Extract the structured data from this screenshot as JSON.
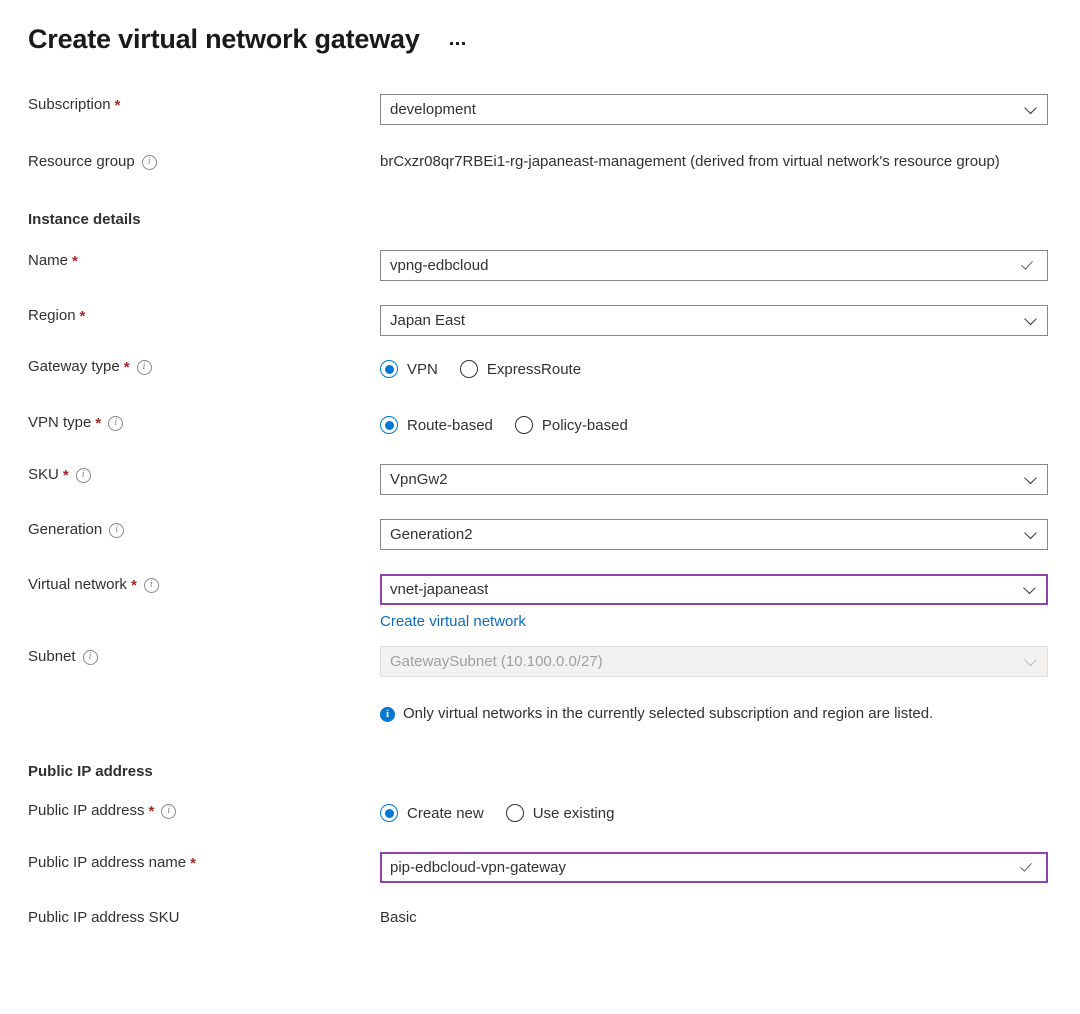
{
  "header": {
    "title": "Create virtual network gateway",
    "more_menu": "…"
  },
  "form": {
    "subscription": {
      "label": "Subscription",
      "required": "*",
      "value": "development"
    },
    "resource_group": {
      "label": "Resource group",
      "value": "brCxzr08qr7RBEi1-rg-japaneast-management (derived from virtual network's resource group)"
    },
    "instance_details_heading": "Instance details",
    "name": {
      "label": "Name",
      "required": "*",
      "value": "vpng-edbcloud"
    },
    "region": {
      "label": "Region",
      "required": "*",
      "value": "Japan East"
    },
    "gateway_type": {
      "label": "Gateway type",
      "required": "*",
      "options": [
        "VPN",
        "ExpressRoute"
      ],
      "selected": "VPN"
    },
    "vpn_type": {
      "label": "VPN type",
      "required": "*",
      "options": [
        "Route-based",
        "Policy-based"
      ],
      "selected": "Route-based"
    },
    "sku": {
      "label": "SKU",
      "required": "*",
      "value": "VpnGw2"
    },
    "generation": {
      "label": "Generation",
      "value": "Generation2"
    },
    "virtual_network": {
      "label": "Virtual network",
      "required": "*",
      "value": "vnet-japaneast",
      "create_link": "Create virtual network"
    },
    "subnet": {
      "label": "Subnet",
      "value": "GatewaySubnet (10.100.0.0/27)"
    },
    "vnet_notice": "Only virtual networks in the currently selected subscription and region are listed.",
    "public_ip_heading": "Public IP address",
    "public_ip_address": {
      "label": "Public IP address",
      "required": "*",
      "options": [
        "Create new",
        "Use existing"
      ],
      "selected": "Create new"
    },
    "public_ip_name": {
      "label": "Public IP address name",
      "required": "*",
      "value": "pip-edbcloud-vpn-gateway"
    },
    "public_ip_sku": {
      "label": "Public IP address SKU",
      "value": "Basic"
    }
  },
  "colors": {
    "accent_blue": "#0078d4",
    "link_blue": "#0f6cbd",
    "focus_purple": "#8e44ad",
    "required_red": "#a4262c",
    "disabled_bg": "#f3f2f1"
  }
}
